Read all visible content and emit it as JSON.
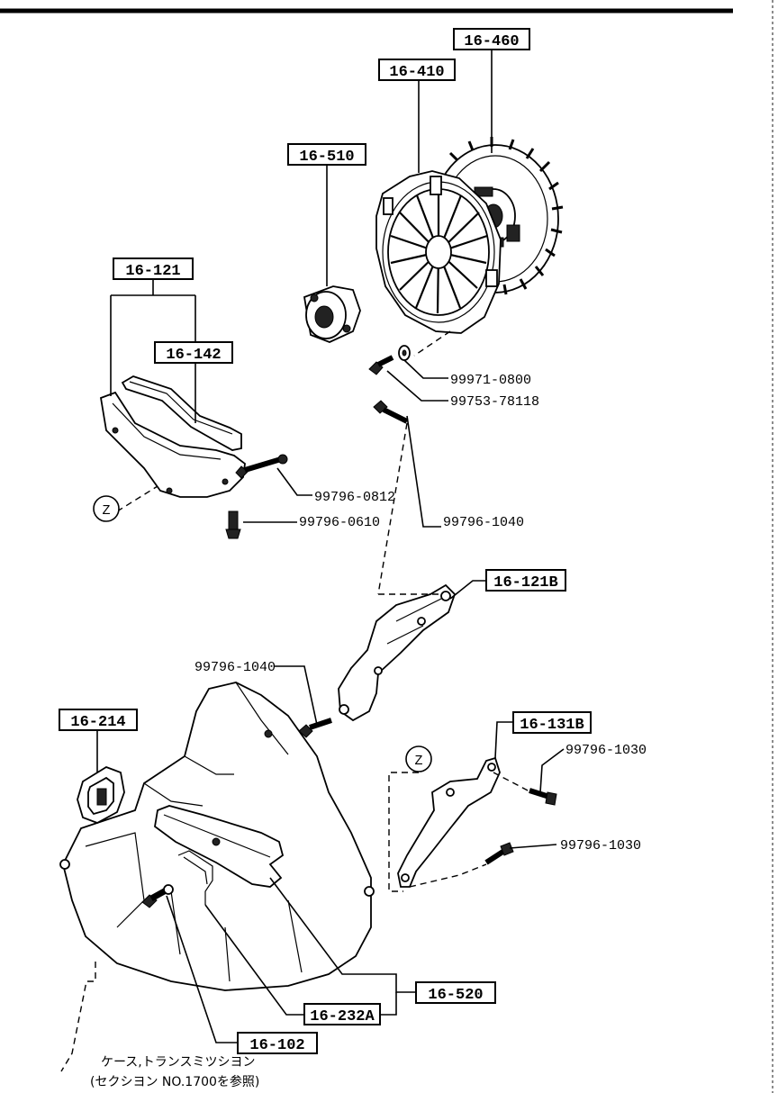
{
  "diagram": {
    "callouts": {
      "c16460": "16-460",
      "c16410": "16-410",
      "c16510": "16-510",
      "c16121": "16-121",
      "c16142": "16-142",
      "c16121b": "16-121B",
      "c16214": "16-214",
      "c16131b": "16-131B",
      "c16520": "16-520",
      "c16232a": "16-232A",
      "c16102": "16-102"
    },
    "part_numbers": {
      "p0800": "99971-0800",
      "p78118": "99753-78118",
      "p0812": "99796-0812",
      "p0610": "99796-0610",
      "p1040a": "99796-1040",
      "p1040b": "99796-1040",
      "p1030a": "99796-1030",
      "p1030b": "99796-1030"
    },
    "ref_marks": {
      "z1": "Z",
      "z2": "Z"
    },
    "note": {
      "line1": "ケース,トランスミツシヨン",
      "line2": "(セクシヨン NO.1700を参照)"
    }
  }
}
